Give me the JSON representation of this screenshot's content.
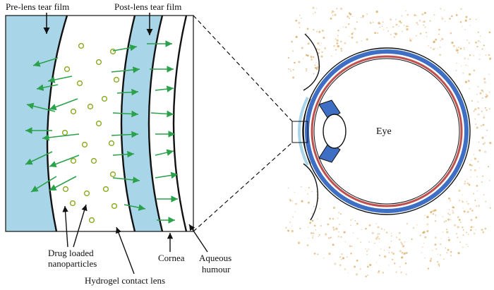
{
  "labels": {
    "pre_lens_tear_film": "Pre-lens tear film",
    "post_lens_tear_film": "Post-lens tear film",
    "drug_loaded_line1": "Drug loaded",
    "drug_loaded_line2": "nanoparticles",
    "hydrogel_contact_lens": "Hydrogel contact lens",
    "cornea": "Cornea",
    "aqueous_line1": "Aqueous",
    "aqueous_line2": "humour",
    "eye": "Eye"
  },
  "colors": {
    "tear_film": "#a8d6e8",
    "arrow": "#2aa14a",
    "nanoparticle": "#8fae2a",
    "sclera_blue": "#3f6fc4",
    "retina_red": "#c0504d",
    "skin_dots": "#d9a55a",
    "outline": "#111111"
  }
}
